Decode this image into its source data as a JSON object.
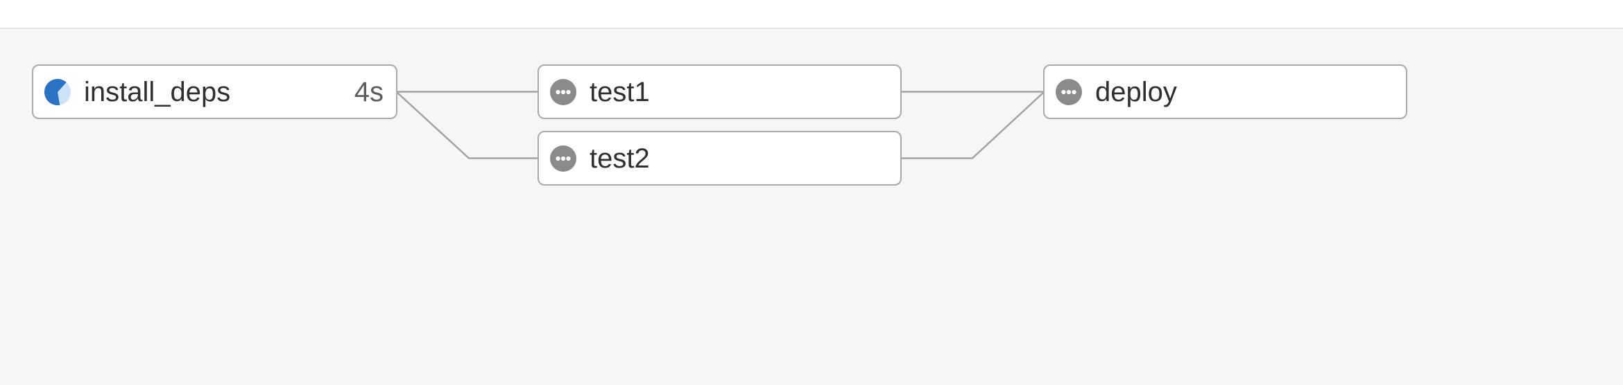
{
  "pipeline": {
    "jobs": [
      {
        "id": "install_deps",
        "label": "install_deps",
        "status": "running",
        "duration": "4s",
        "icon": "status-running-pie-icon"
      },
      {
        "id": "test1",
        "label": "test1",
        "status": "pending",
        "duration": "",
        "icon": "status-pending-ellipsis-icon"
      },
      {
        "id": "test2",
        "label": "test2",
        "status": "pending",
        "duration": "",
        "icon": "status-pending-ellipsis-icon"
      },
      {
        "id": "deploy",
        "label": "deploy",
        "status": "pending",
        "duration": "",
        "icon": "status-pending-ellipsis-icon"
      }
    ],
    "edges": [
      {
        "from": "install_deps",
        "to": "test1"
      },
      {
        "from": "install_deps",
        "to": "test2"
      },
      {
        "from": "test1",
        "to": "deploy"
      },
      {
        "from": "test2",
        "to": "deploy"
      }
    ]
  },
  "colors": {
    "canvas_background": "#f5f6f7",
    "top_strip_background": "#ffffff",
    "top_strip_border": "#e2e2e2",
    "node_background": "#ffffff",
    "node_border": "#a9a9a9",
    "edge_line": "#a2a2a2",
    "job_label_text": "#2f2f2f",
    "duration_text": "#5c5c5c",
    "running_icon_fill": "#2b71c4",
    "running_icon_slice": "#cbe2f9",
    "pending_icon_fill": "#8b8b8b",
    "pending_icon_dots": "#ffffff"
  }
}
